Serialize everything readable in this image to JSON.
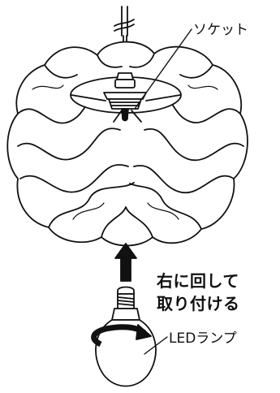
{
  "labels": {
    "socket": "ソケット",
    "bulb": "LEDランプ",
    "instruction_line1": "右に回して",
    "instruction_line2": "取り付ける"
  },
  "colors": {
    "line": "#111111",
    "fill": "#ffffff"
  }
}
